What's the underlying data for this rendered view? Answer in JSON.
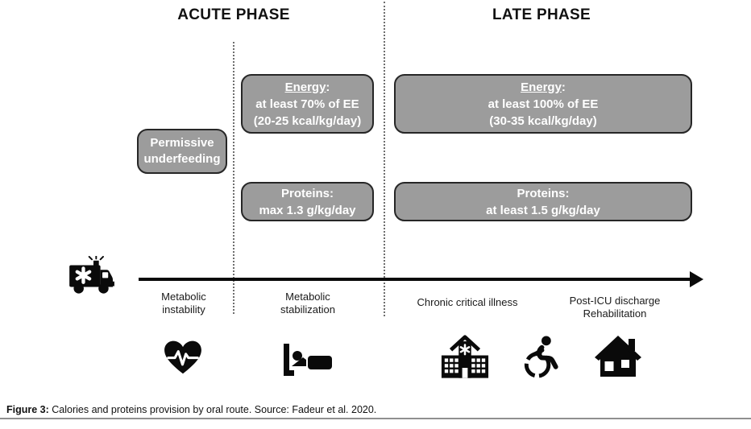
{
  "headers": {
    "acute": "ACUTE PHASE",
    "late": "LATE PHASE"
  },
  "boxes": {
    "permissive": {
      "line1": "Permissive",
      "line2": "underfeeding"
    },
    "energy_acute": {
      "title": "Energy",
      "title_suffix": ":",
      "line1": "at least 70% of EE",
      "line2": "(20-25 kcal/kg/day)"
    },
    "energy_late": {
      "title": "Energy",
      "title_suffix": ":",
      "line1": "at least 100% of EE",
      "line2": "(30-35 kcal/kg/day)"
    },
    "proteins_acute": {
      "title": "Proteins:",
      "line1": "max 1.3 g/kg/day"
    },
    "proteins_late": {
      "title": "Proteins:",
      "line1": "at least 1.5 g/kg/day"
    }
  },
  "timeline": {
    "stages": [
      {
        "line1": "Metabolic",
        "line2": "instability"
      },
      {
        "line1": "Metabolic",
        "line2": "stabilization"
      },
      {
        "line1": "Chronic critical illness",
        "line2": ""
      },
      {
        "line1": "Post-ICU discharge",
        "line2": "Rehabilitation"
      }
    ],
    "icons": [
      "ambulance-icon",
      "heartbeat-heart-icon",
      "hospital-bed-icon",
      "hospital-building-icon",
      "wheelchair-person-icon",
      "house-icon"
    ]
  },
  "caption": {
    "label": "Figure 3:",
    "text": " Calories and proteins provision by oral route. Source: Fadeur et al. 2020."
  },
  "colors": {
    "box_fill": "#9c9c9c",
    "box_border": "#262626",
    "box_text": "#ffffff",
    "icon": "#0a0a0a",
    "caption_rule": "#8f8f8f"
  }
}
